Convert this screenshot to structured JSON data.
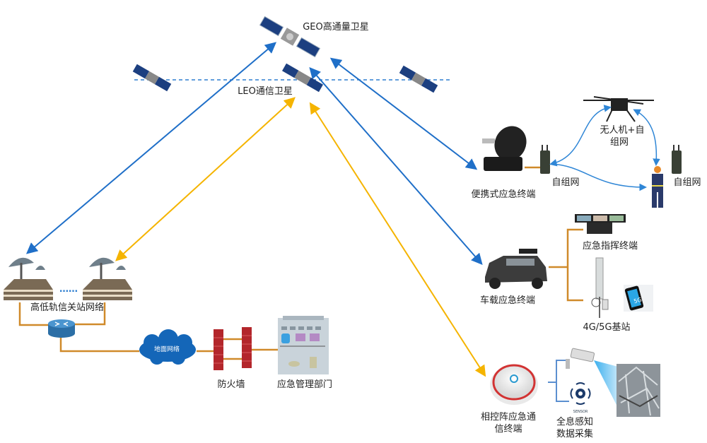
{
  "colors": {
    "satellite_link": "#1f6fc8",
    "leo_link": "#f5b400",
    "ground_link": "#d08a2a",
    "sensor_link": "#5b8fd0",
    "cloud": "#1466b8",
    "firewall": "#b3262b"
  },
  "space": {
    "geo_label": "GEO高通量卫星",
    "leo_label": "LEO通信卫星"
  },
  "ground": {
    "gateway_label": "高低轨信关站网络",
    "gateway_ellipsis": "……",
    "cloud_label": "地面网络",
    "firewall_label": "防火墙",
    "department_label": "应急管理部门"
  },
  "terminals": {
    "portable_label": "便携式应急终端",
    "adhoc_label_1": "自组网",
    "drone_label_line1": "无人机+自",
    "drone_label_line2": "组网",
    "adhoc_label_2": "自组网",
    "command_label": "应急指挥终端",
    "vehicle_label": "车载应急终端",
    "base_station_label": "4G/5G基站",
    "phone_badge": "5G",
    "phased_line1": "相控阵应急通",
    "phased_line2": "信终端",
    "sensor_tag": "SENSOR",
    "sensing_line1": "全息感知",
    "sensing_line2": "数据采集"
  }
}
